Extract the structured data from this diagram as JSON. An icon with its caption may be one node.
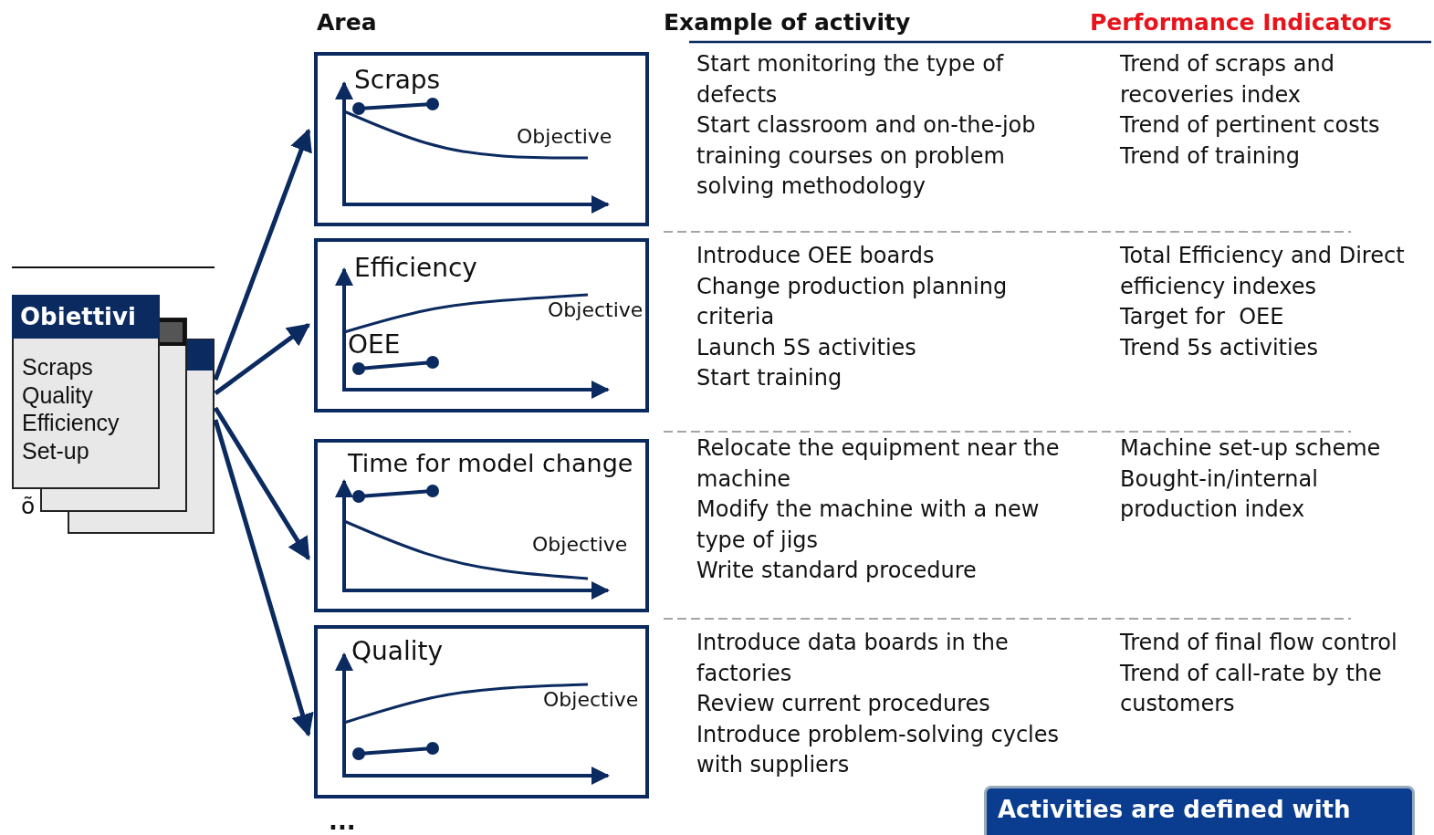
{
  "diagram": {
    "nodes": [
      {
        "text": [
          "Obiettivi",
          "Scraps Quality Efficiency Set-up"
        ]
      },
      {
        "text": [
          "Scraps",
          "Objective"
        ]
      },
      {
        "text": [
          "Efficiency",
          "Objective",
          "OEE"
        ]
      },
      {
        "text": [
          "Time for model change",
          "Objective"
        ]
      },
      {
        "text": [
          "Quality",
          "Objective"
        ]
      },
      {
        "text": [
          "Activities are defined with"
        ]
      }
    ],
    "edges": [
      {
        "from": 0,
        "to": 1,
        "arrow": "to"
      },
      {
        "from": 0,
        "to": 2,
        "arrow": "to"
      },
      {
        "from": 0,
        "to": 3,
        "arrow": "to"
      },
      {
        "from": 0,
        "to": 4,
        "arrow": "to"
      }
    ],
    "labels": [
      "Area",
      "Example of activity",
      "Performance Indicators",
      "Start monitoring the type of defects",
      "Start classroom and on-the-job training courses on problem solving methodology",
      "Trend of scraps and recoveries index",
      "Trend of pertinent costs",
      "Trend of training",
      "Introduce OEE boards",
      "Change production planning criteria",
      "Launch 5S activities",
      "Start training",
      "Total Efficiency and Direct efficiency indexes",
      "Target for  OEE",
      "Trend 5s activities",
      "Relocate the equipment near the machine",
      "Modify the machine with a new type of jigs",
      "Write standard procedure",
      "Machine set-up scheme",
      "Bought-in/internal production index",
      "Introduce data boards in the factories",
      "Review current procedures",
      "Introduce problem-solving cycles with suppliers",
      "Trend of final flow control",
      "Trend of call-rate by the customers",
      "õ",
      "..."
    ]
  }
}
